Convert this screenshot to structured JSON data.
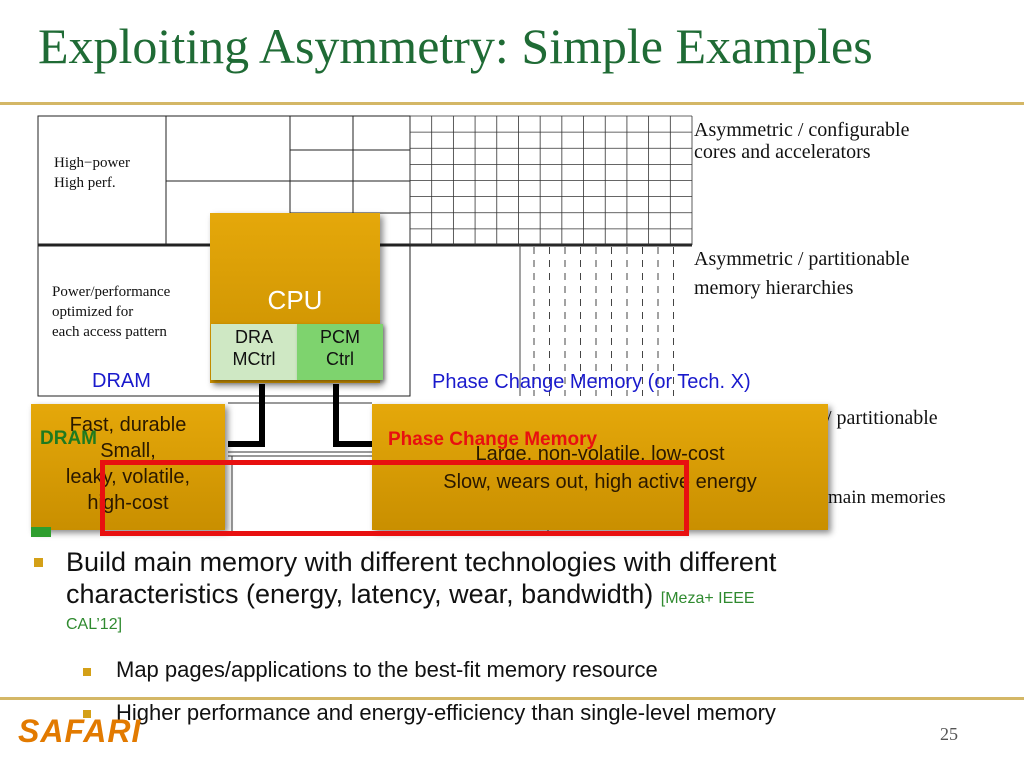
{
  "slide": {
    "title": "Exploiting Asymmetry: Simple Examples",
    "page_number": "25",
    "logo": "SAFARI",
    "colors": {
      "title": "#1f6b35",
      "rule": "#d4b766",
      "box": "#e5a80a",
      "highlight": "#e81010",
      "link": "#1a1acc",
      "citation": "#2f8a2f"
    }
  },
  "diagram": {
    "core_high_label_1": "High−power",
    "core_high_label_2": "High perf.",
    "core_low_label_1": "Power/performance",
    "core_low_label_2": "optimized for",
    "core_low_label_3": "each access pattern",
    "cpu_label": "CPU",
    "dram_ctrl_1": "DRA",
    "dram_ctrl_2": "MCtrl",
    "pcm_ctrl_1": "PCM",
    "pcm_ctrl_2": "Ctrl",
    "dram_label": "DRAM",
    "pcm_label": "Phase Change Memory (or Tech. X)",
    "dram_box_line_1": "Fast, durable",
    "dram_box_line_2": "Small,",
    "dram_box_line_3": "leaky, volatile,",
    "dram_box_line_4": "high-cost",
    "dram_box_overlay": "DRAM",
    "pcm_box_overlay": "Phase Change Memory",
    "pcm_box_line_1": "Large, non-volatile, low-cost",
    "pcm_box_line_2": "Slow, wears out, high active energy"
  },
  "side_notes": {
    "note_1_line_1": "Asymmetric / configurable",
    "note_1_line_2": "cores and accelerators",
    "note_2_line_1": "Asymmetric / partitionable",
    "note_2_line_2": "memory hierarchies",
    "note_3": "/ partitionable",
    "note_4": "main memories"
  },
  "bullets": {
    "main_line_1": "Build main memory with different technologies with different",
    "main_line_2": "characteristics (energy, latency, wear, bandwidth)",
    "citation_part_1": "[Meza+ IEEE",
    "citation_part_2": "CAL’12]",
    "sub_1": "Map pages/applications to the best-fit memory resource",
    "sub_2": "Higher performance and energy-efficiency than single-level memory"
  }
}
